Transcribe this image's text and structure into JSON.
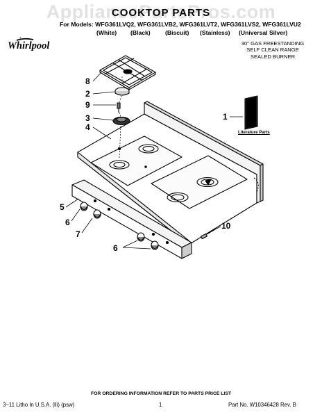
{
  "watermark": "AppliancePartsPros.com",
  "header": {
    "title": "COOKTOP PARTS",
    "models": "For Models: WFG361LVQ2, WFG361LVB2, WFG361LVT2, WFG361LVS2, WFG361LVU2",
    "colors": [
      "(White)",
      "(Black)",
      "(Biscuit)",
      "(Stainless)",
      "(Universal Silver)"
    ]
  },
  "brand": {
    "name": "Whirlpool",
    "registered": "®"
  },
  "description": [
    "30\" GAS FREESTANDING",
    "SELF CLEAN RANGE",
    "SEALED BURNER"
  ],
  "callouts": [
    "8",
    "2",
    "9",
    "3",
    "4",
    "1",
    "5",
    "6",
    "7",
    "10",
    "6"
  ],
  "literature_label": "Literature Parts",
  "footer": {
    "ordering": "FOR ORDERING INFORMATION REFER TO PARTS PRICE LIST",
    "left": "3−11 Litho In U.S.A. (lli) (psw)",
    "page": "1",
    "right": "Part No. W10346428 Rev. B"
  }
}
